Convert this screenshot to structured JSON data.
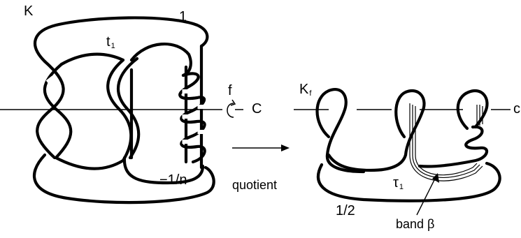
{
  "left_diagram": {
    "knot_label": "K",
    "twist_label": "1",
    "tangle_label": "t",
    "tangle_sub": "1",
    "surgery_label": "−1/n",
    "rotation_label": "f",
    "axis_label": "C"
  },
  "arrow_label": "quotient",
  "right_diagram": {
    "knot_label": "K",
    "knot_sub": "f",
    "axis_label": "c",
    "tangle_label": "τ",
    "tangle_sub": "1",
    "framing_label": "1/2",
    "band_label": "band β"
  }
}
